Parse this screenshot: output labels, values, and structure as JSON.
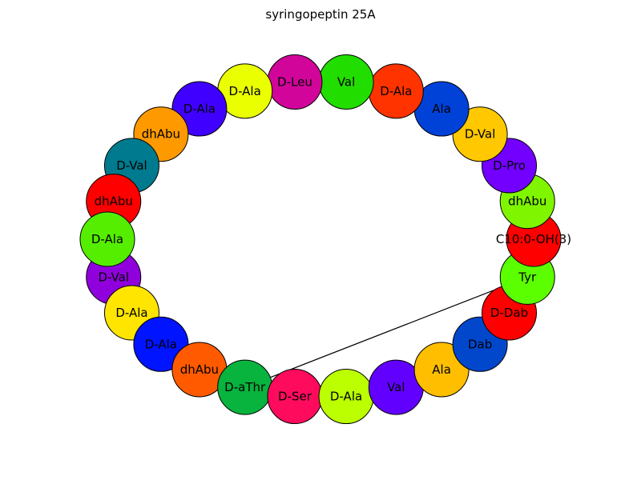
{
  "title": "syringopeptin 25A",
  "nodes": [
    {
      "label": "C10:0-OH(3)",
      "color": "#ff0000"
    },
    {
      "label": "dhAbu",
      "color": "#7ff500"
    },
    {
      "label": "D-Pro",
      "color": "#7300ff"
    },
    {
      "label": "D-Val",
      "color": "#ffc800"
    },
    {
      "label": "Ala",
      "color": "#0041d8"
    },
    {
      "label": "D-Ala",
      "color": "#ff3300"
    },
    {
      "label": "Val",
      "color": "#22dd00"
    },
    {
      "label": "D-Leu",
      "color": "#d10599"
    },
    {
      "label": "D-Ala",
      "color": "#eaff00"
    },
    {
      "label": "D-Ala",
      "color": "#4000ff"
    },
    {
      "label": "dhAbu",
      "color": "#ff9900"
    },
    {
      "label": "D-Val",
      "color": "#007a8f"
    },
    {
      "label": "dhAbu",
      "color": "#ff0000"
    },
    {
      "label": "D-Ala",
      "color": "#55ee00"
    },
    {
      "label": "D-Val",
      "color": "#9000dd"
    },
    {
      "label": "D-Ala",
      "color": "#ffe500"
    },
    {
      "label": "D-Ala",
      "color": "#0014ff"
    },
    {
      "label": "dhAbu",
      "color": "#ff5a00"
    },
    {
      "label": "D-aThr",
      "color": "#08b33e"
    },
    {
      "label": "D-Ser",
      "color": "#ff0b5e"
    },
    {
      "label": "D-Ala",
      "color": "#bbff00"
    },
    {
      "label": "Val",
      "color": "#6200ff"
    },
    {
      "label": "Ala",
      "color": "#ffbf00"
    },
    {
      "label": "Dab",
      "color": "#0047cc"
    },
    {
      "label": "D-Dab",
      "color": "#ff0000"
    },
    {
      "label": "Tyr",
      "color": "#5cff00"
    }
  ],
  "edges": [
    [
      25,
      18
    ]
  ]
}
